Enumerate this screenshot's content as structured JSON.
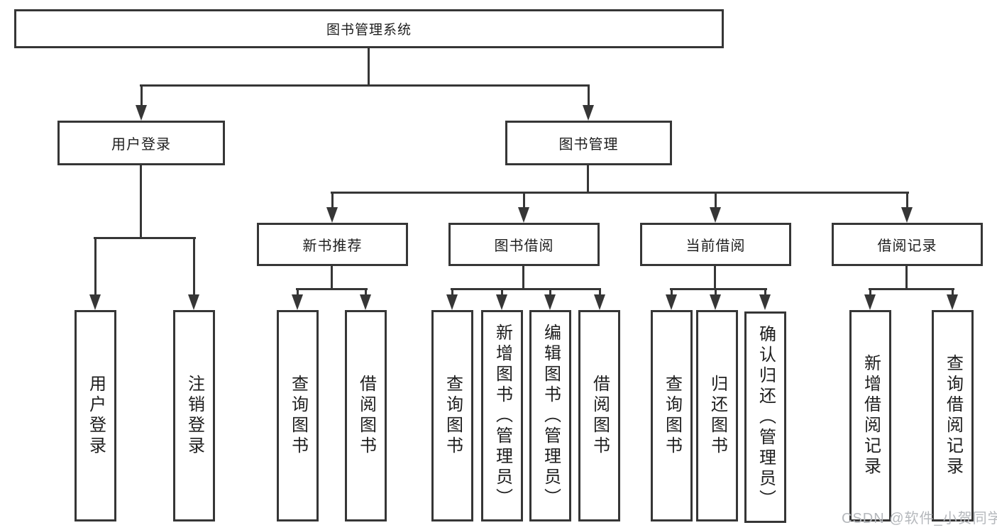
{
  "diagram_title": "图书管理系统",
  "tree": {
    "root": {
      "label": "图书管理系统"
    },
    "branches": [
      {
        "label": "用户登录",
        "children": [
          {
            "label": "用户登录"
          },
          {
            "label": "注销登录"
          }
        ]
      },
      {
        "label": "图书管理",
        "children": [
          {
            "label": "新书推荐",
            "children": [
              {
                "label": "查询图书"
              },
              {
                "label": "借阅图书"
              }
            ]
          },
          {
            "label": "图书借阅",
            "children": [
              {
                "label": "查询图书"
              },
              {
                "label": "新增图书（管理员）"
              },
              {
                "label": "编辑图书（管理员）"
              },
              {
                "label": "借阅图书"
              }
            ]
          },
          {
            "label": "当前借阅",
            "children": [
              {
                "label": "查询图书"
              },
              {
                "label": "归还图书"
              },
              {
                "label": "确认归还（管理员）"
              }
            ]
          },
          {
            "label": "借阅记录",
            "children": [
              {
                "label": "新增借阅记录"
              },
              {
                "label": "查询借阅记录"
              }
            ]
          }
        ]
      }
    ]
  },
  "watermark": "CSDN @软件_小贺同学",
  "colors": {
    "line": "#363636",
    "text": "#1e1e1e",
    "watermark": "#b5b8bc",
    "background": "#ffffff"
  }
}
